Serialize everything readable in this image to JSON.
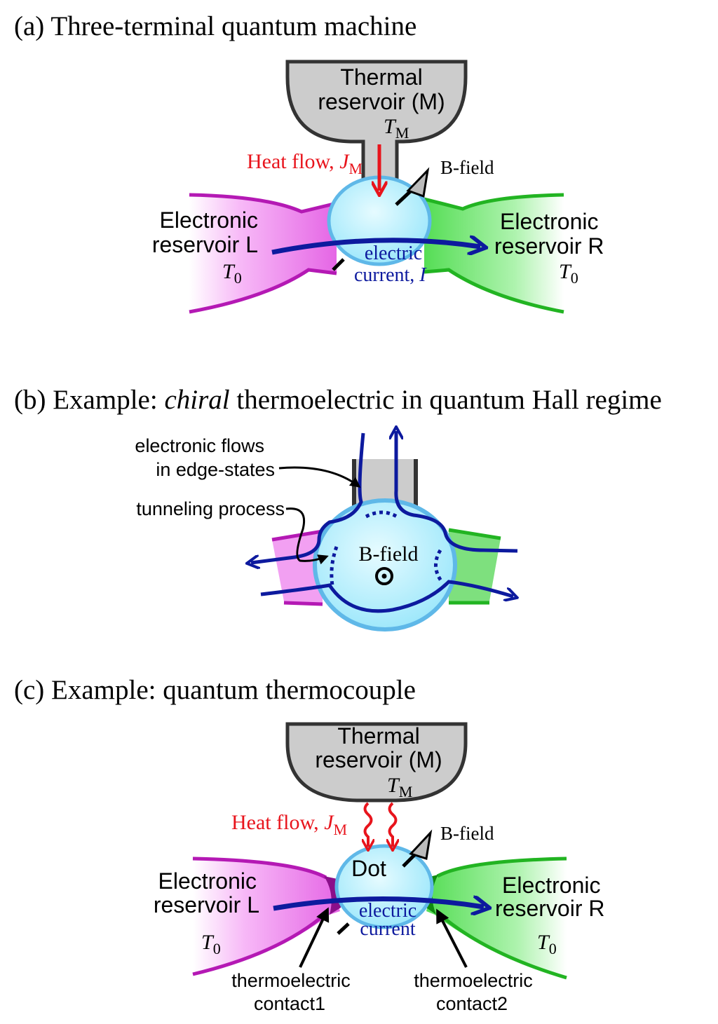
{
  "colors": {
    "heat": "#e8141c",
    "current": "#0d1a9e",
    "dot_fill": "#aaf0ff",
    "dot_stroke": "#5fb8e8",
    "left_reservoir": "#b419b4",
    "right_reservoir": "#22b422",
    "thermal_reservoir": "#cccccc"
  },
  "panel_a": {
    "title": "(a) Three-terminal quantum machine",
    "thermal_reservoir": {
      "line1": "Thermal",
      "line2": "reservoir (M)",
      "temp_symbol": "T",
      "temp_sub": "M"
    },
    "heat_flow": {
      "text": "Heat flow, ",
      "symbol": "J",
      "sub": "M"
    },
    "bfield": "B-field",
    "left_reservoir": {
      "line1": "Electronic",
      "line2": "reservoir L",
      "temp_symbol": "T",
      "temp_sub": "0"
    },
    "right_reservoir": {
      "line1": "Electronic",
      "line2": "reservoir R",
      "temp_symbol": "T",
      "temp_sub": "0"
    },
    "current": {
      "line1": "electric",
      "line2": "current, ",
      "symbol": "I"
    }
  },
  "panel_b": {
    "title_pre": "(b) Example: ",
    "title_italic": "chiral",
    "title_post": " thermoelectric in quantum Hall regime",
    "edge_label": {
      "line1": "electronic flows",
      "line2": "in edge-states"
    },
    "tunneling_label": "tunneling process",
    "bfield": "B-field"
  },
  "panel_c": {
    "title": "(c) Example: quantum thermocouple",
    "thermal_reservoir": {
      "line1": "Thermal",
      "line2": "reservoir (M)",
      "temp_symbol": "T",
      "temp_sub": "M"
    },
    "heat_flow": {
      "text": "Heat flow, ",
      "symbol": "J",
      "sub": "M"
    },
    "bfield": "B-field",
    "dot": "Dot",
    "left_reservoir": {
      "line1": "Electronic",
      "line2": "reservoir L",
      "temp_symbol": "T",
      "temp_sub": "0"
    },
    "right_reservoir": {
      "line1": "Electronic",
      "line2": "reservoir R",
      "temp_symbol": "T",
      "temp_sub": "0"
    },
    "current": {
      "line1": "electric",
      "line2": "current"
    },
    "contact1": {
      "line1": "thermoelectric",
      "line2": "contact1"
    },
    "contact2": {
      "line1": "thermoelectric",
      "line2": "contact2"
    }
  }
}
